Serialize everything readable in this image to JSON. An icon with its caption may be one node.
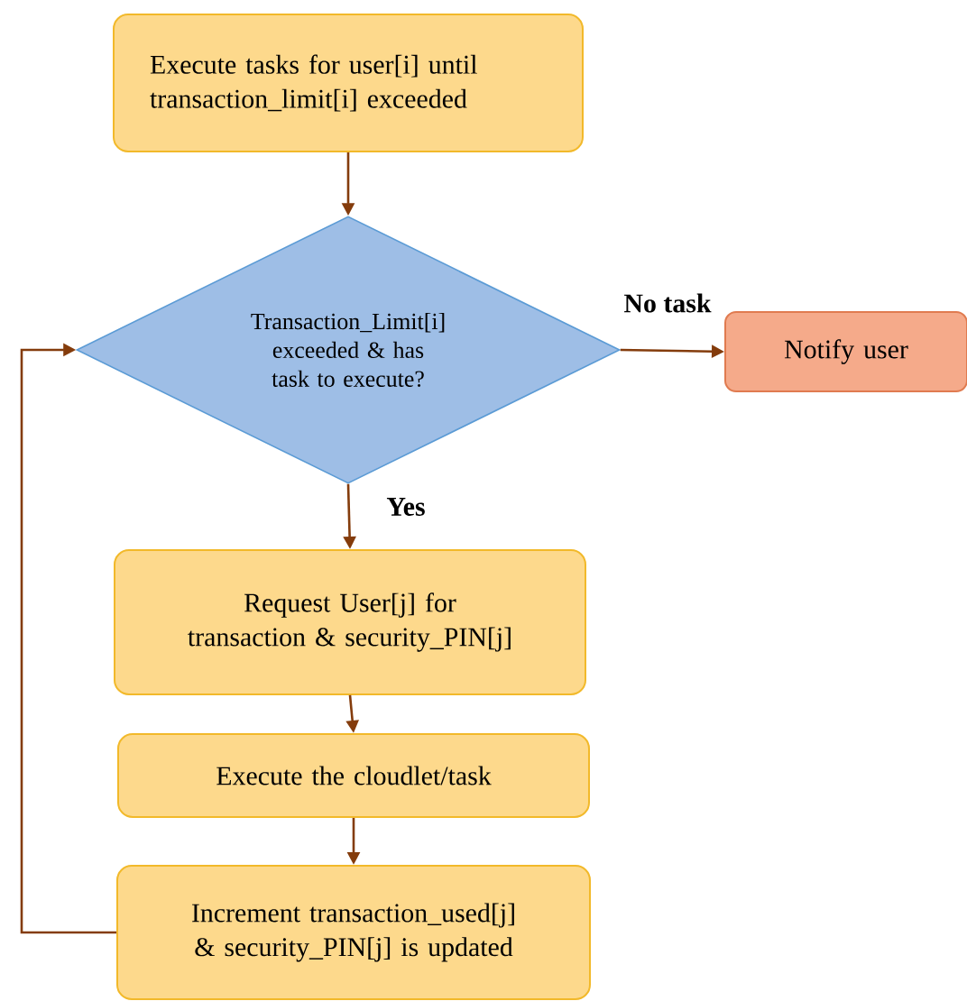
{
  "diagram": {
    "nodes": [
      {
        "text": [
          "Execute tasks for user[i] until transaction_limit[i] exceeded"
        ]
      },
      {
        "text": [
          "Transaction_Limit[i] exceeded & has task to execute?"
        ]
      },
      {
        "text": [
          "Notify user"
        ]
      },
      {
        "text": [
          "Request User[j] for transaction & security_PIN[j]"
        ]
      },
      {
        "text": [
          "Execute the cloudlet/task"
        ]
      },
      {
        "text": [
          "Increment transaction_used[j] & security_PIN[j] is updated"
        ]
      }
    ],
    "edges": [
      {
        "from": 0,
        "to": 1,
        "arrow": "to"
      },
      {
        "from": 1,
        "to": 2,
        "arrow": "to",
        "label": "No task"
      },
      {
        "from": 1,
        "to": 3,
        "arrow": "to",
        "label": "Yes"
      },
      {
        "from": 3,
        "to": 4,
        "arrow": "to"
      },
      {
        "from": 4,
        "to": 5,
        "arrow": "to"
      },
      {
        "from": 5,
        "to": 1,
        "arrow": "to"
      }
    ]
  }
}
